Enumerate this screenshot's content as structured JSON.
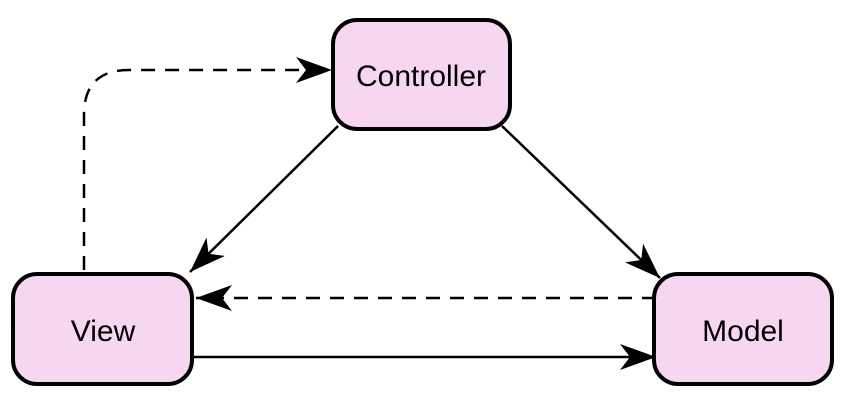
{
  "diagram": {
    "node_fill": "#f7d6f2",
    "node_stroke": "#000000",
    "nodes": {
      "controller": {
        "label": "Controller"
      },
      "view": {
        "label": "View"
      },
      "model": {
        "label": "Model"
      }
    },
    "edges": [
      {
        "from": "controller",
        "to": "view",
        "style": "solid"
      },
      {
        "from": "controller",
        "to": "model",
        "style": "solid"
      },
      {
        "from": "view",
        "to": "model",
        "style": "solid"
      },
      {
        "from": "model",
        "to": "view",
        "style": "dashed"
      },
      {
        "from": "view",
        "to": "controller",
        "style": "dashed"
      }
    ]
  }
}
